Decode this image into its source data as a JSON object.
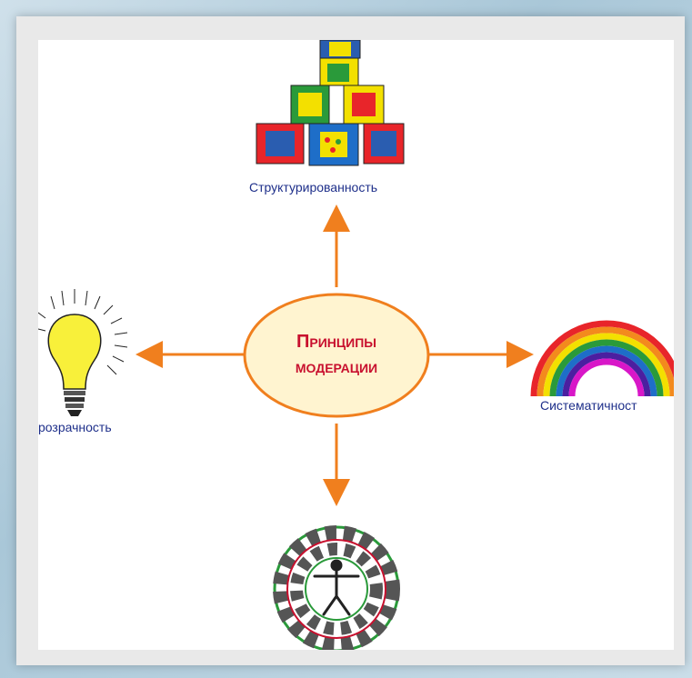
{
  "diagram": {
    "center": {
      "line1": "Принципы",
      "line2": "модерации"
    },
    "nodes": {
      "top": {
        "label": "Структурированность",
        "icon": "toy-blocks-icon"
      },
      "left": {
        "label": "розрачность",
        "icon": "light-bulb-icon"
      },
      "right": {
        "label": "Систематичност",
        "icon": "rainbow-icon"
      },
      "bottom": {
        "label": "",
        "icon": "vitruvian-wheel-icon"
      }
    },
    "colors": {
      "arrow": "#f07f1e",
      "ellipse_fill": "#fff4d0",
      "ellipse_stroke": "#f07f1e",
      "title": "#c8102e",
      "labels": "#1e2f8a"
    }
  }
}
